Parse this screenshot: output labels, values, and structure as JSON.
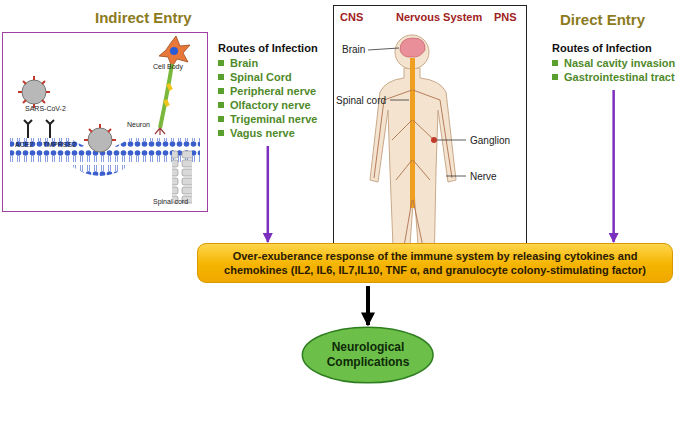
{
  "diagram": {
    "nodes": [
      {
        "text": [
          "SARS-CoV-2",
          "ACE2",
          "TMPRSS2",
          "Cell Body",
          "Neuron",
          "Spinal cord"
        ]
      },
      {
        "text": [
          "Routes of Infection",
          "Brain",
          "Spinal Cord",
          "Peripheral nerve",
          "Olfactory nerve",
          "Trigeminal nerve",
          "Vagus nerve"
        ]
      },
      {
        "text": [
          "CNS",
          "Nervous System",
          "PNS",
          "Brain",
          "Spinal cord",
          "Ganglion",
          "Nerve"
        ]
      },
      {
        "text": [
          "Routes of Infection",
          "Nasal cavity invasion",
          "Gastrointestinal tract"
        ]
      },
      {
        "text": [
          "Over-exuberance response of the immune system by releasing cytokines and chemokines (IL2, IL6, IL7,IL10, TNF α, and granulocyte colony-stimulating factor)"
        ]
      },
      {
        "text": [
          "Neurological Complications"
        ]
      }
    ],
    "edges": [
      {
        "from": 1,
        "to": 4,
        "arrow": "to"
      },
      {
        "from": 3,
        "to": 4,
        "arrow": "to"
      },
      {
        "from": 4,
        "to": 5,
        "arrow": "to"
      }
    ],
    "labels": [
      "Indirect Entry",
      "Direct Entry"
    ]
  }
}
